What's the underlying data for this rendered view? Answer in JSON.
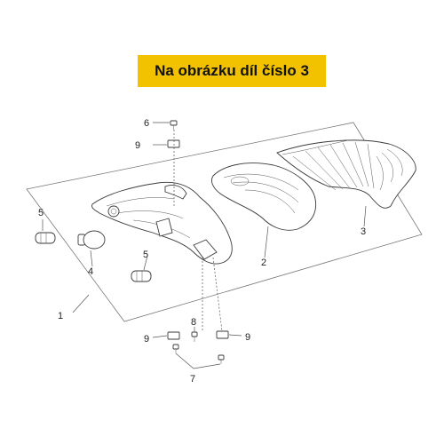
{
  "banner": {
    "text": "Na obrázku díl číslo 3"
  },
  "callouts": {
    "p1": "1",
    "p2": "2",
    "p3": "3",
    "p4": "4",
    "p5a": "5",
    "p5b": "5",
    "p6": "6",
    "p7": "7",
    "p8": "8",
    "p9a": "9",
    "p9b": "9",
    "p9c": "9"
  }
}
